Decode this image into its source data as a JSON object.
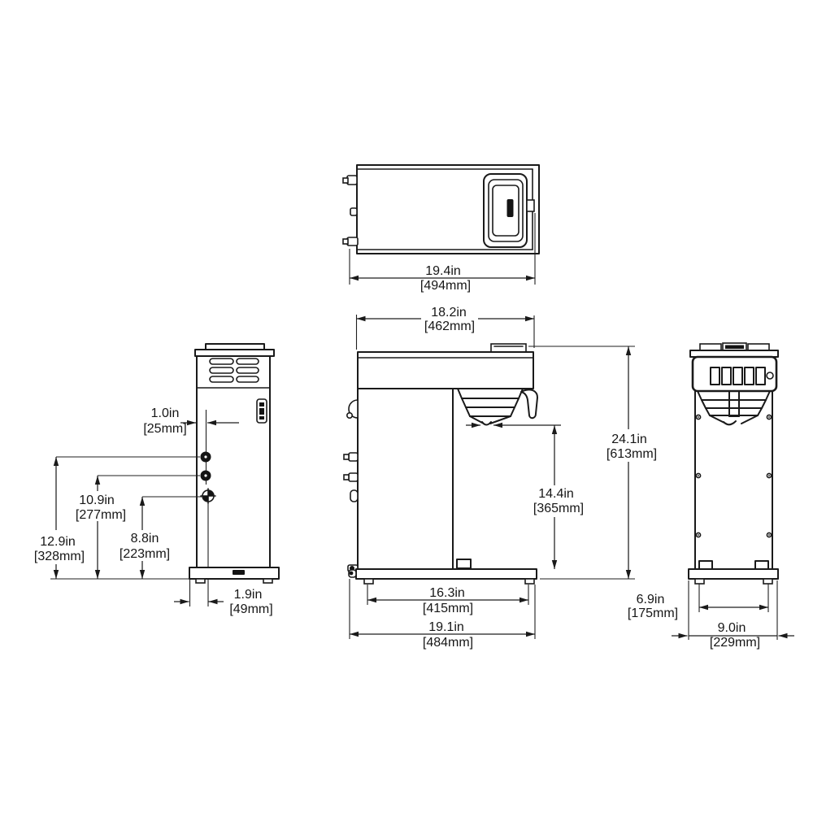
{
  "page": {
    "background_color": "#ffffff",
    "line_color": "#1a1a1a",
    "description": "Coffee brewer dimensional drawing, four orthographic views"
  },
  "dimensions": {
    "top_width": {
      "inches": "19.4in",
      "metric": "[494mm]"
    },
    "head_depth": {
      "inches": "18.2in",
      "metric": "[462mm]"
    },
    "overall_height": {
      "inches": "24.1in",
      "metric": "[613mm]"
    },
    "funnel_clearance": {
      "inches": "14.4in",
      "metric": "[365mm]"
    },
    "foot_spacing_depth": {
      "inches": "16.3in",
      "metric": "[415mm]"
    },
    "overall_depth": {
      "inches": "19.1in",
      "metric": "[484mm]"
    },
    "rear_fitting_offset": {
      "inches": "1.0in",
      "metric": "[25mm]"
    },
    "upper_fitting_height": {
      "inches": "12.9in",
      "metric": "[328mm]"
    },
    "middle_fitting_height": {
      "inches": "10.9in",
      "metric": "[277mm]"
    },
    "lower_fitting_height": {
      "inches": "8.8in",
      "metric": "[223mm]"
    },
    "base_fitting_offset": {
      "inches": "1.9in",
      "metric": "[49mm]"
    },
    "foot_spacing_width": {
      "inches": "6.9in",
      "metric": "[175mm]"
    },
    "overall_width": {
      "inches": "9.0in",
      "metric": "[229mm]"
    }
  }
}
